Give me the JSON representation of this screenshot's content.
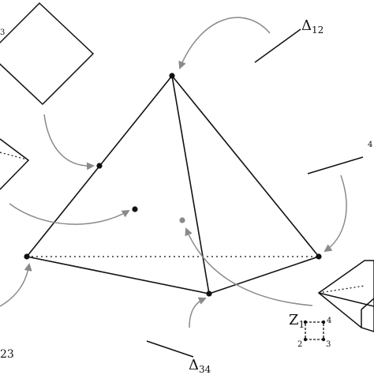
{
  "labels": {
    "delta12": {
      "symbol": "Δ",
      "sub": "12"
    },
    "delta34": {
      "symbol": "Δ",
      "sub": "34"
    },
    "z1": {
      "symbol": "Z",
      "sub": "1"
    },
    "square_nums": [
      "4",
      "2",
      "3"
    ],
    "edge_left_23": "23",
    "edge_right_4": "4",
    "edge_left_3": "3"
  }
}
